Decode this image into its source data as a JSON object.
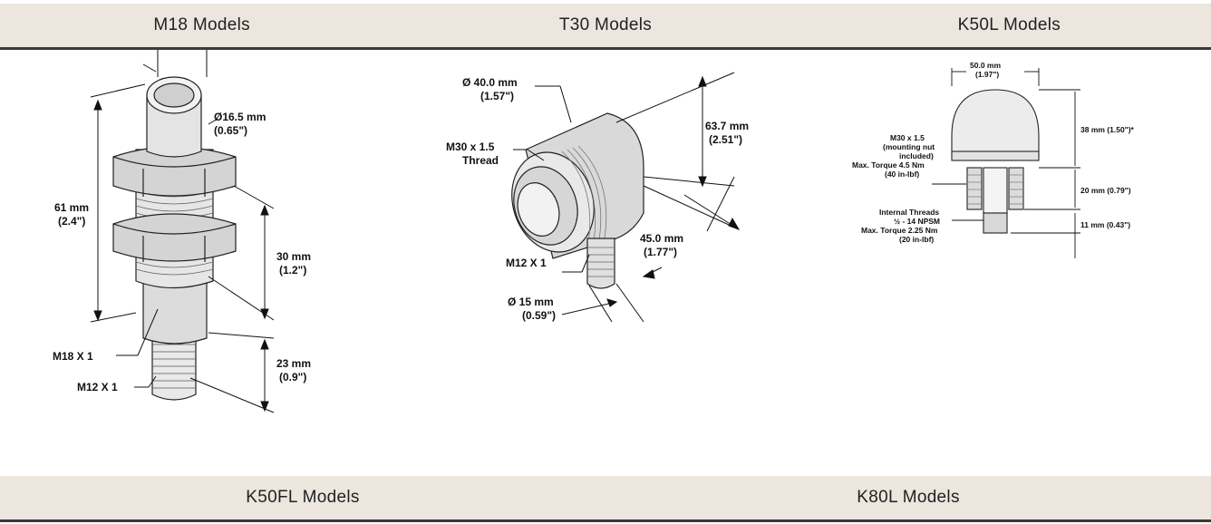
{
  "headers_top": [
    "M18 Models",
    "T30 Models",
    "K50L Models"
  ],
  "headers_bottom": [
    "K50FL Models",
    "K80L Models"
  ],
  "m18": {
    "dia_a": "Ø16.5 mm",
    "dia_b": "(0.65\")",
    "len_a": "61 mm",
    "len_b": "(2.4\")",
    "mid_a": "30 mm",
    "mid_b": "(1.2\")",
    "low_a": "23 mm",
    "low_b": "(0.9\")",
    "thread1": "M18 X 1",
    "thread2": "M12 X 1"
  },
  "t30": {
    "dia_a": "Ø 40.0 mm",
    "dia_b": "(1.57\")",
    "thread_a": "M30 x 1.5",
    "thread_b": "Thread",
    "h_a": "63.7 mm",
    "h_b": "(2.51\")",
    "d_a": "45.0 mm",
    "d_b": "(1.77\")",
    "conn": "M12 X 1",
    "cdia_a": "Ø 15 mm",
    "cdia_b": "(0.59\")"
  },
  "k50l": {
    "w_a": "50.0 mm",
    "w_b": "(1.97\")",
    "dome": "38 mm (1.50\")*",
    "base": "20 mm (0.79\")",
    "conn": "11 mm (0.43\")",
    "m30_1": "M30 x 1.5",
    "m30_2": "(mounting nut",
    "m30_3": "included)",
    "m30_4": "Max. Torque 4.5 Nm",
    "m30_5": "(40 in-lbf)",
    "int_1": "Internal Threads",
    "int_2": "½ - 14 NPSM",
    "int_3": "Max. Torque 2.25 Nm",
    "int_4": "(20 in-lbf)"
  }
}
